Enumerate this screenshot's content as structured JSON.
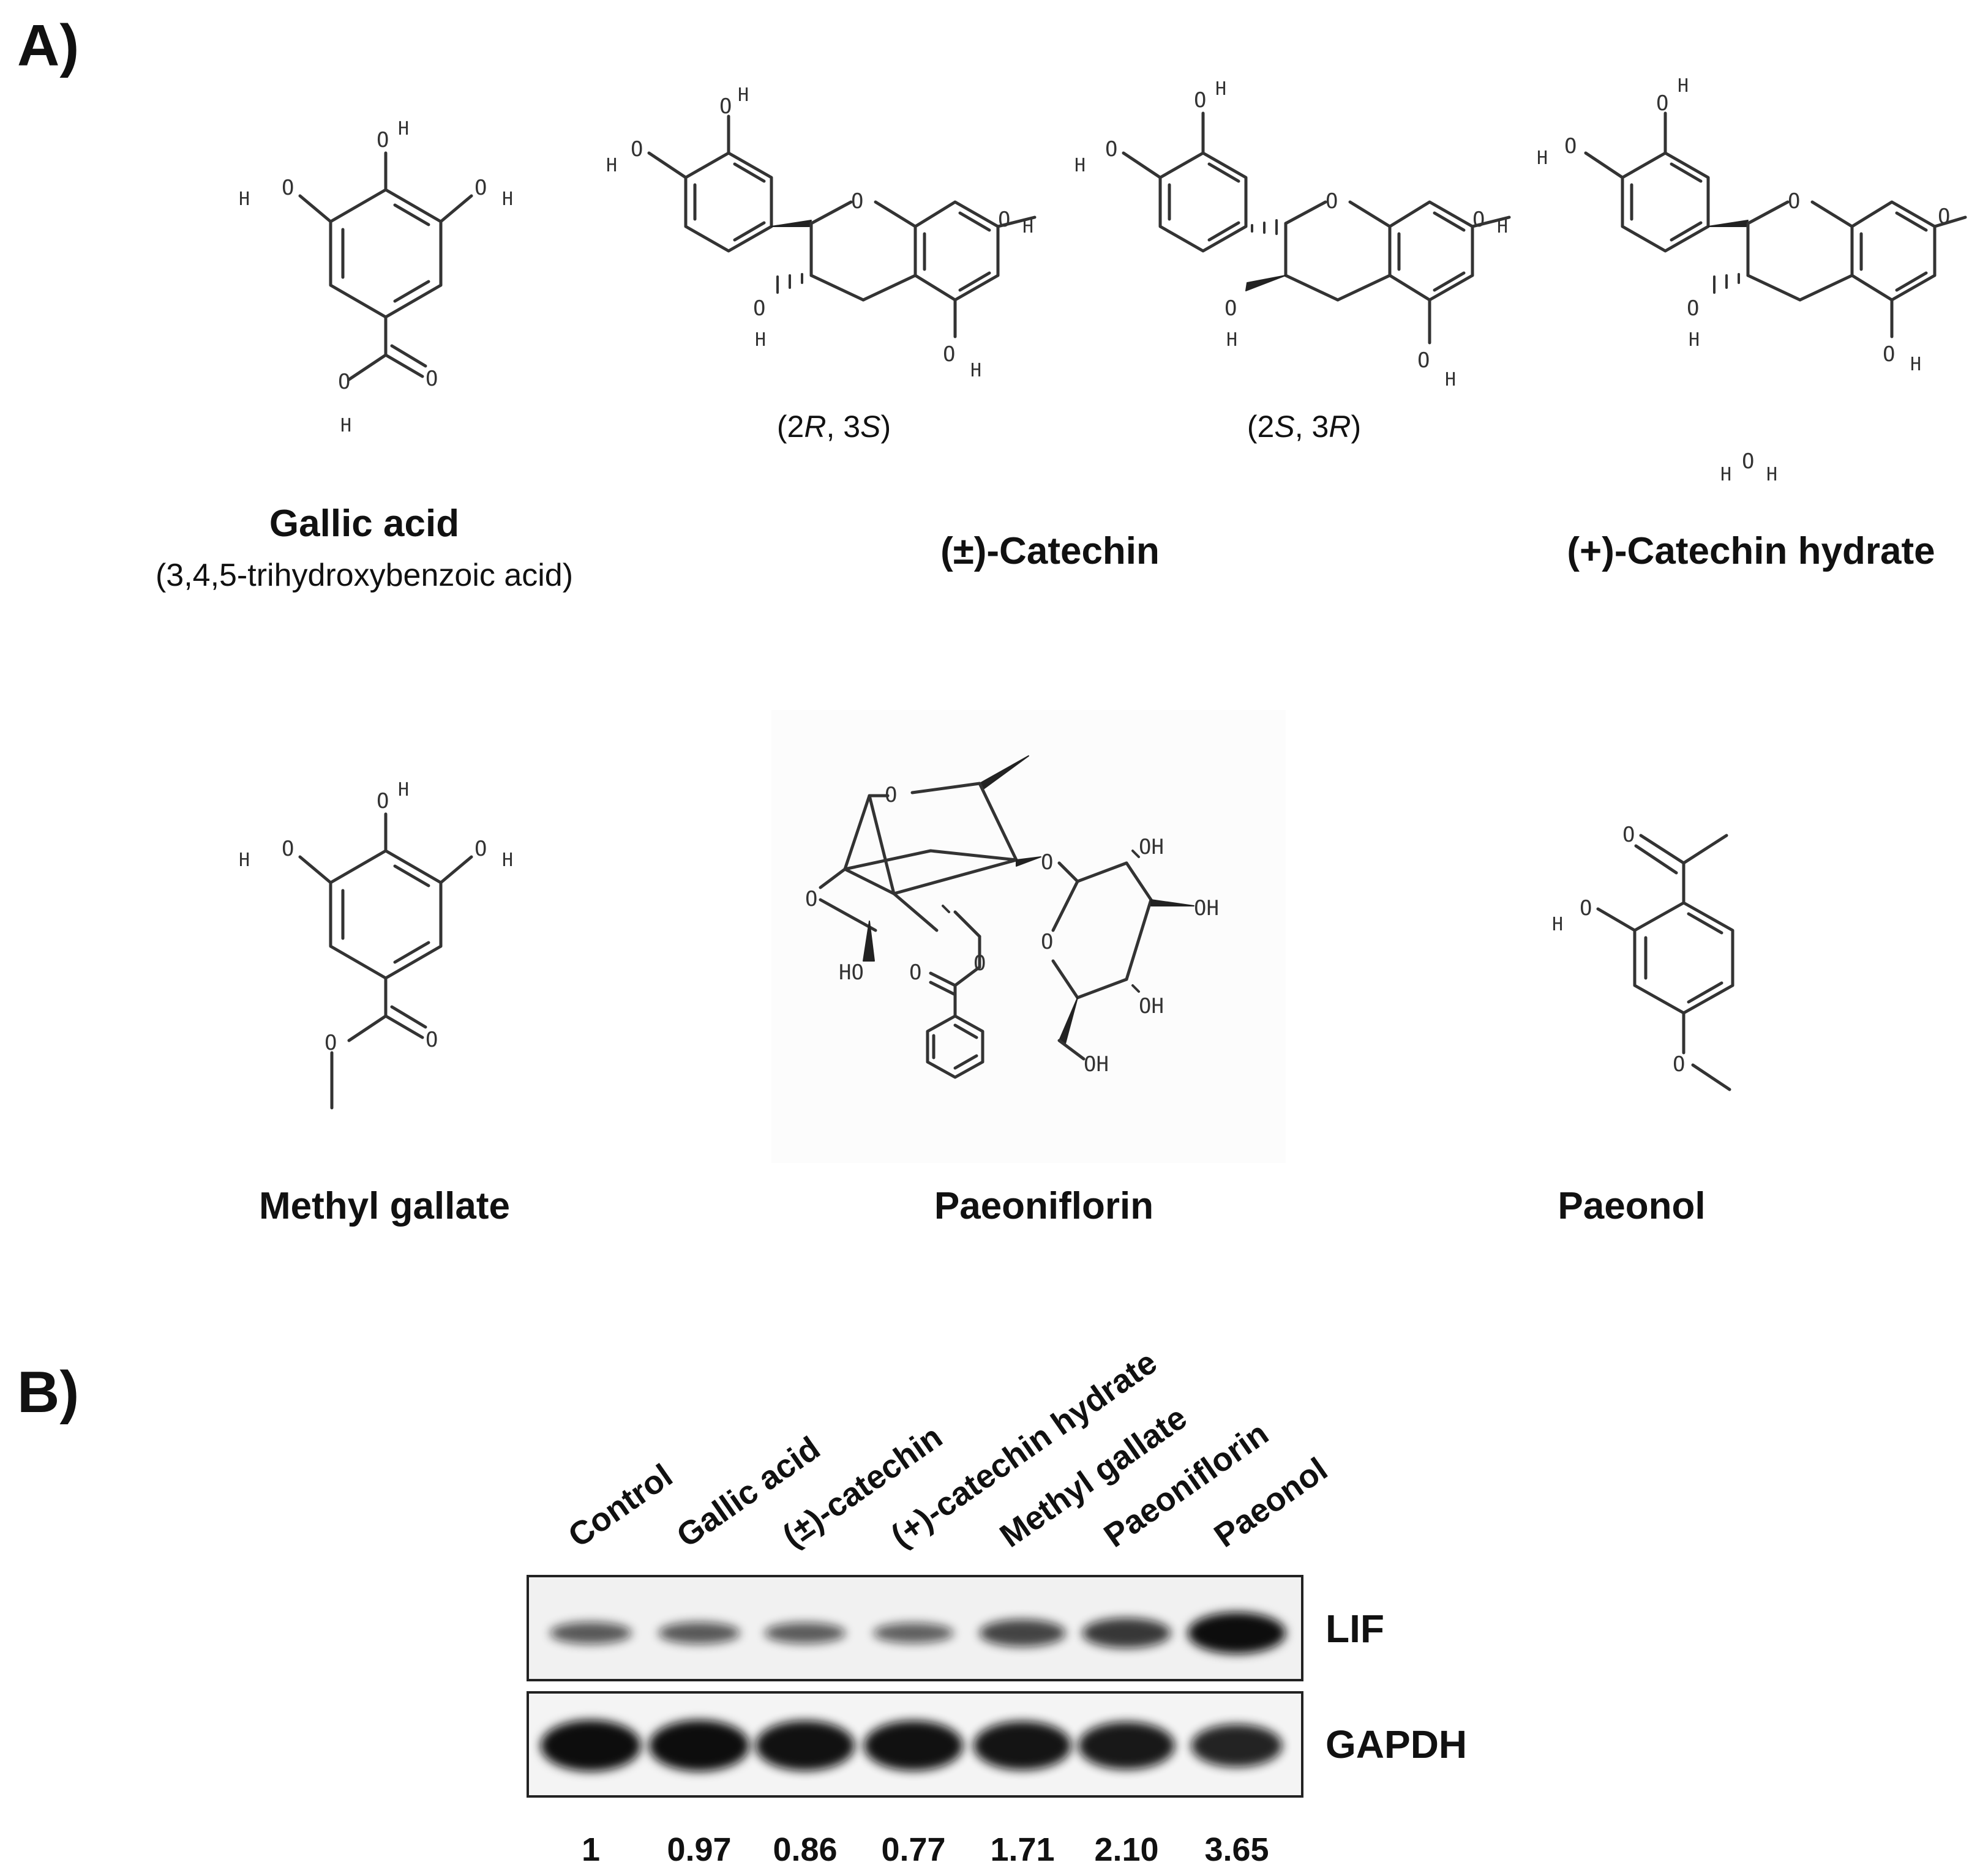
{
  "figure": {
    "panel_a_label": "A)",
    "panel_b_label": "B)"
  },
  "compounds": [
    {
      "name": "Gallic acid",
      "subtitle": "(3,4,5-trihydroxybenzoic acid)"
    },
    {
      "name": "(±)-Catechin",
      "stereo": [
        {
          "pre": "(2",
          "r": "R",
          "mid": ", 3",
          "s": "S",
          "post": ")"
        },
        {
          "pre": "(2",
          "r": "S",
          "mid": ", 3",
          "s": "R",
          "post": ")"
        }
      ]
    },
    {
      "name": "(+)-Catechin hydrate"
    },
    {
      "name": "Methyl gallate"
    },
    {
      "name": "Paeoniflorin"
    },
    {
      "name": "Paeonol"
    }
  ],
  "stereo_labels": {
    "first": {
      "a": "(2",
      "b": "R",
      "c": ", 3",
      "d": "S",
      "e": ")"
    },
    "second": {
      "a": "(2",
      "b": "S",
      "c": ", 3",
      "d": "R",
      "e": ")"
    }
  },
  "atoms": {
    "oh": "O",
    "h": "H",
    "oh_group": "OH",
    "ho_group": "HO",
    "o": "O"
  },
  "western_blot": {
    "lanes": [
      "Control",
      "Gallic acid",
      "(±)-catechin",
      "(+)-catechin hydrate",
      "Methyl gallate",
      "Paeoniflorin",
      "Paeonol"
    ],
    "rows": [
      "LIF",
      "GAPDH"
    ],
    "relative_lif": [
      "1",
      "0.97",
      "0.86",
      "0.77",
      "1.71",
      "2.10",
      "3.65"
    ],
    "relative_lif_values": [
      1,
      0.97,
      0.86,
      0.77,
      1.71,
      2.1,
      3.65
    ],
    "gapdh_intensity": [
      1.0,
      1.0,
      0.95,
      0.95,
      0.9,
      0.85,
      0.65
    ]
  }
}
